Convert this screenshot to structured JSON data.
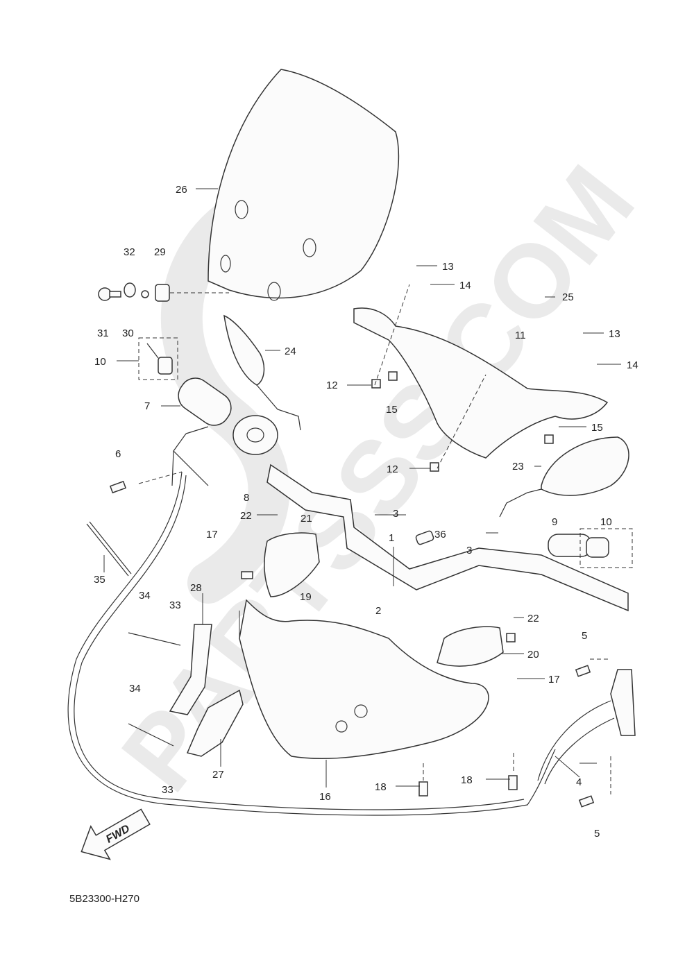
{
  "watermark": {
    "text": "PARTSSS.COM",
    "color": "#d9d9d9"
  },
  "drawing_code": "5B23300-H270",
  "fwd_arrow": {
    "text": "FWD"
  },
  "callouts": [
    "26",
    "32",
    "29",
    "31",
    "30",
    "10",
    "24",
    "7",
    "13",
    "14",
    "25",
    "11",
    "13",
    "14",
    "12",
    "15",
    "15",
    "12",
    "23",
    "6",
    "8",
    "22",
    "3",
    "21",
    "17",
    "36",
    "9",
    "10",
    "1",
    "3",
    "35",
    "19",
    "2",
    "22",
    "34",
    "33",
    "28",
    "20",
    "5",
    "17",
    "34",
    "27",
    "33",
    "16",
    "18",
    "18",
    "4",
    "5"
  ]
}
